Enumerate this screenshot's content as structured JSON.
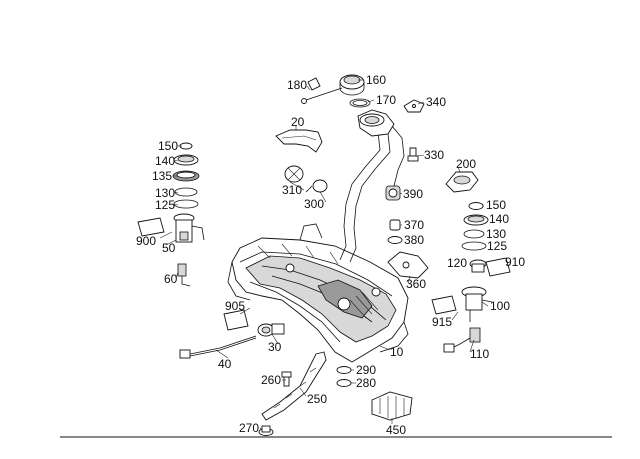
{
  "labels": [
    {
      "id": "p180",
      "text": "180"
    },
    {
      "id": "p160",
      "text": "160"
    },
    {
      "id": "p170",
      "text": "170"
    },
    {
      "id": "p340",
      "text": "340"
    },
    {
      "id": "p20",
      "text": "20"
    },
    {
      "id": "p330",
      "text": "330"
    },
    {
      "id": "p150a",
      "text": "150"
    },
    {
      "id": "p140a",
      "text": "140"
    },
    {
      "id": "p135",
      "text": "135"
    },
    {
      "id": "p130a",
      "text": "130"
    },
    {
      "id": "p125a",
      "text": "125"
    },
    {
      "id": "p200",
      "text": "200"
    },
    {
      "id": "p310",
      "text": "310"
    },
    {
      "id": "p300",
      "text": "300"
    },
    {
      "id": "p390",
      "text": "390"
    },
    {
      "id": "p150b",
      "text": "150"
    },
    {
      "id": "p140b",
      "text": "140"
    },
    {
      "id": "p130b",
      "text": "130"
    },
    {
      "id": "p125b",
      "text": "125"
    },
    {
      "id": "p900",
      "text": "900"
    },
    {
      "id": "p50",
      "text": "50"
    },
    {
      "id": "p370",
      "text": "370"
    },
    {
      "id": "p380",
      "text": "380"
    },
    {
      "id": "p120",
      "text": "120"
    },
    {
      "id": "p910",
      "text": "910"
    },
    {
      "id": "p60",
      "text": "60"
    },
    {
      "id": "p360",
      "text": "360"
    },
    {
      "id": "p905",
      "text": "905"
    },
    {
      "id": "p100",
      "text": "100"
    },
    {
      "id": "p915",
      "text": "915"
    },
    {
      "id": "p30",
      "text": "30"
    },
    {
      "id": "p10",
      "text": "10"
    },
    {
      "id": "p110",
      "text": "110"
    },
    {
      "id": "p40",
      "text": "40"
    },
    {
      "id": "p290",
      "text": "290"
    },
    {
      "id": "p260",
      "text": "260"
    },
    {
      "id": "p280",
      "text": "280"
    },
    {
      "id": "p250",
      "text": "250"
    },
    {
      "id": "p270",
      "text": "270"
    },
    {
      "id": "p450",
      "text": "450"
    }
  ]
}
